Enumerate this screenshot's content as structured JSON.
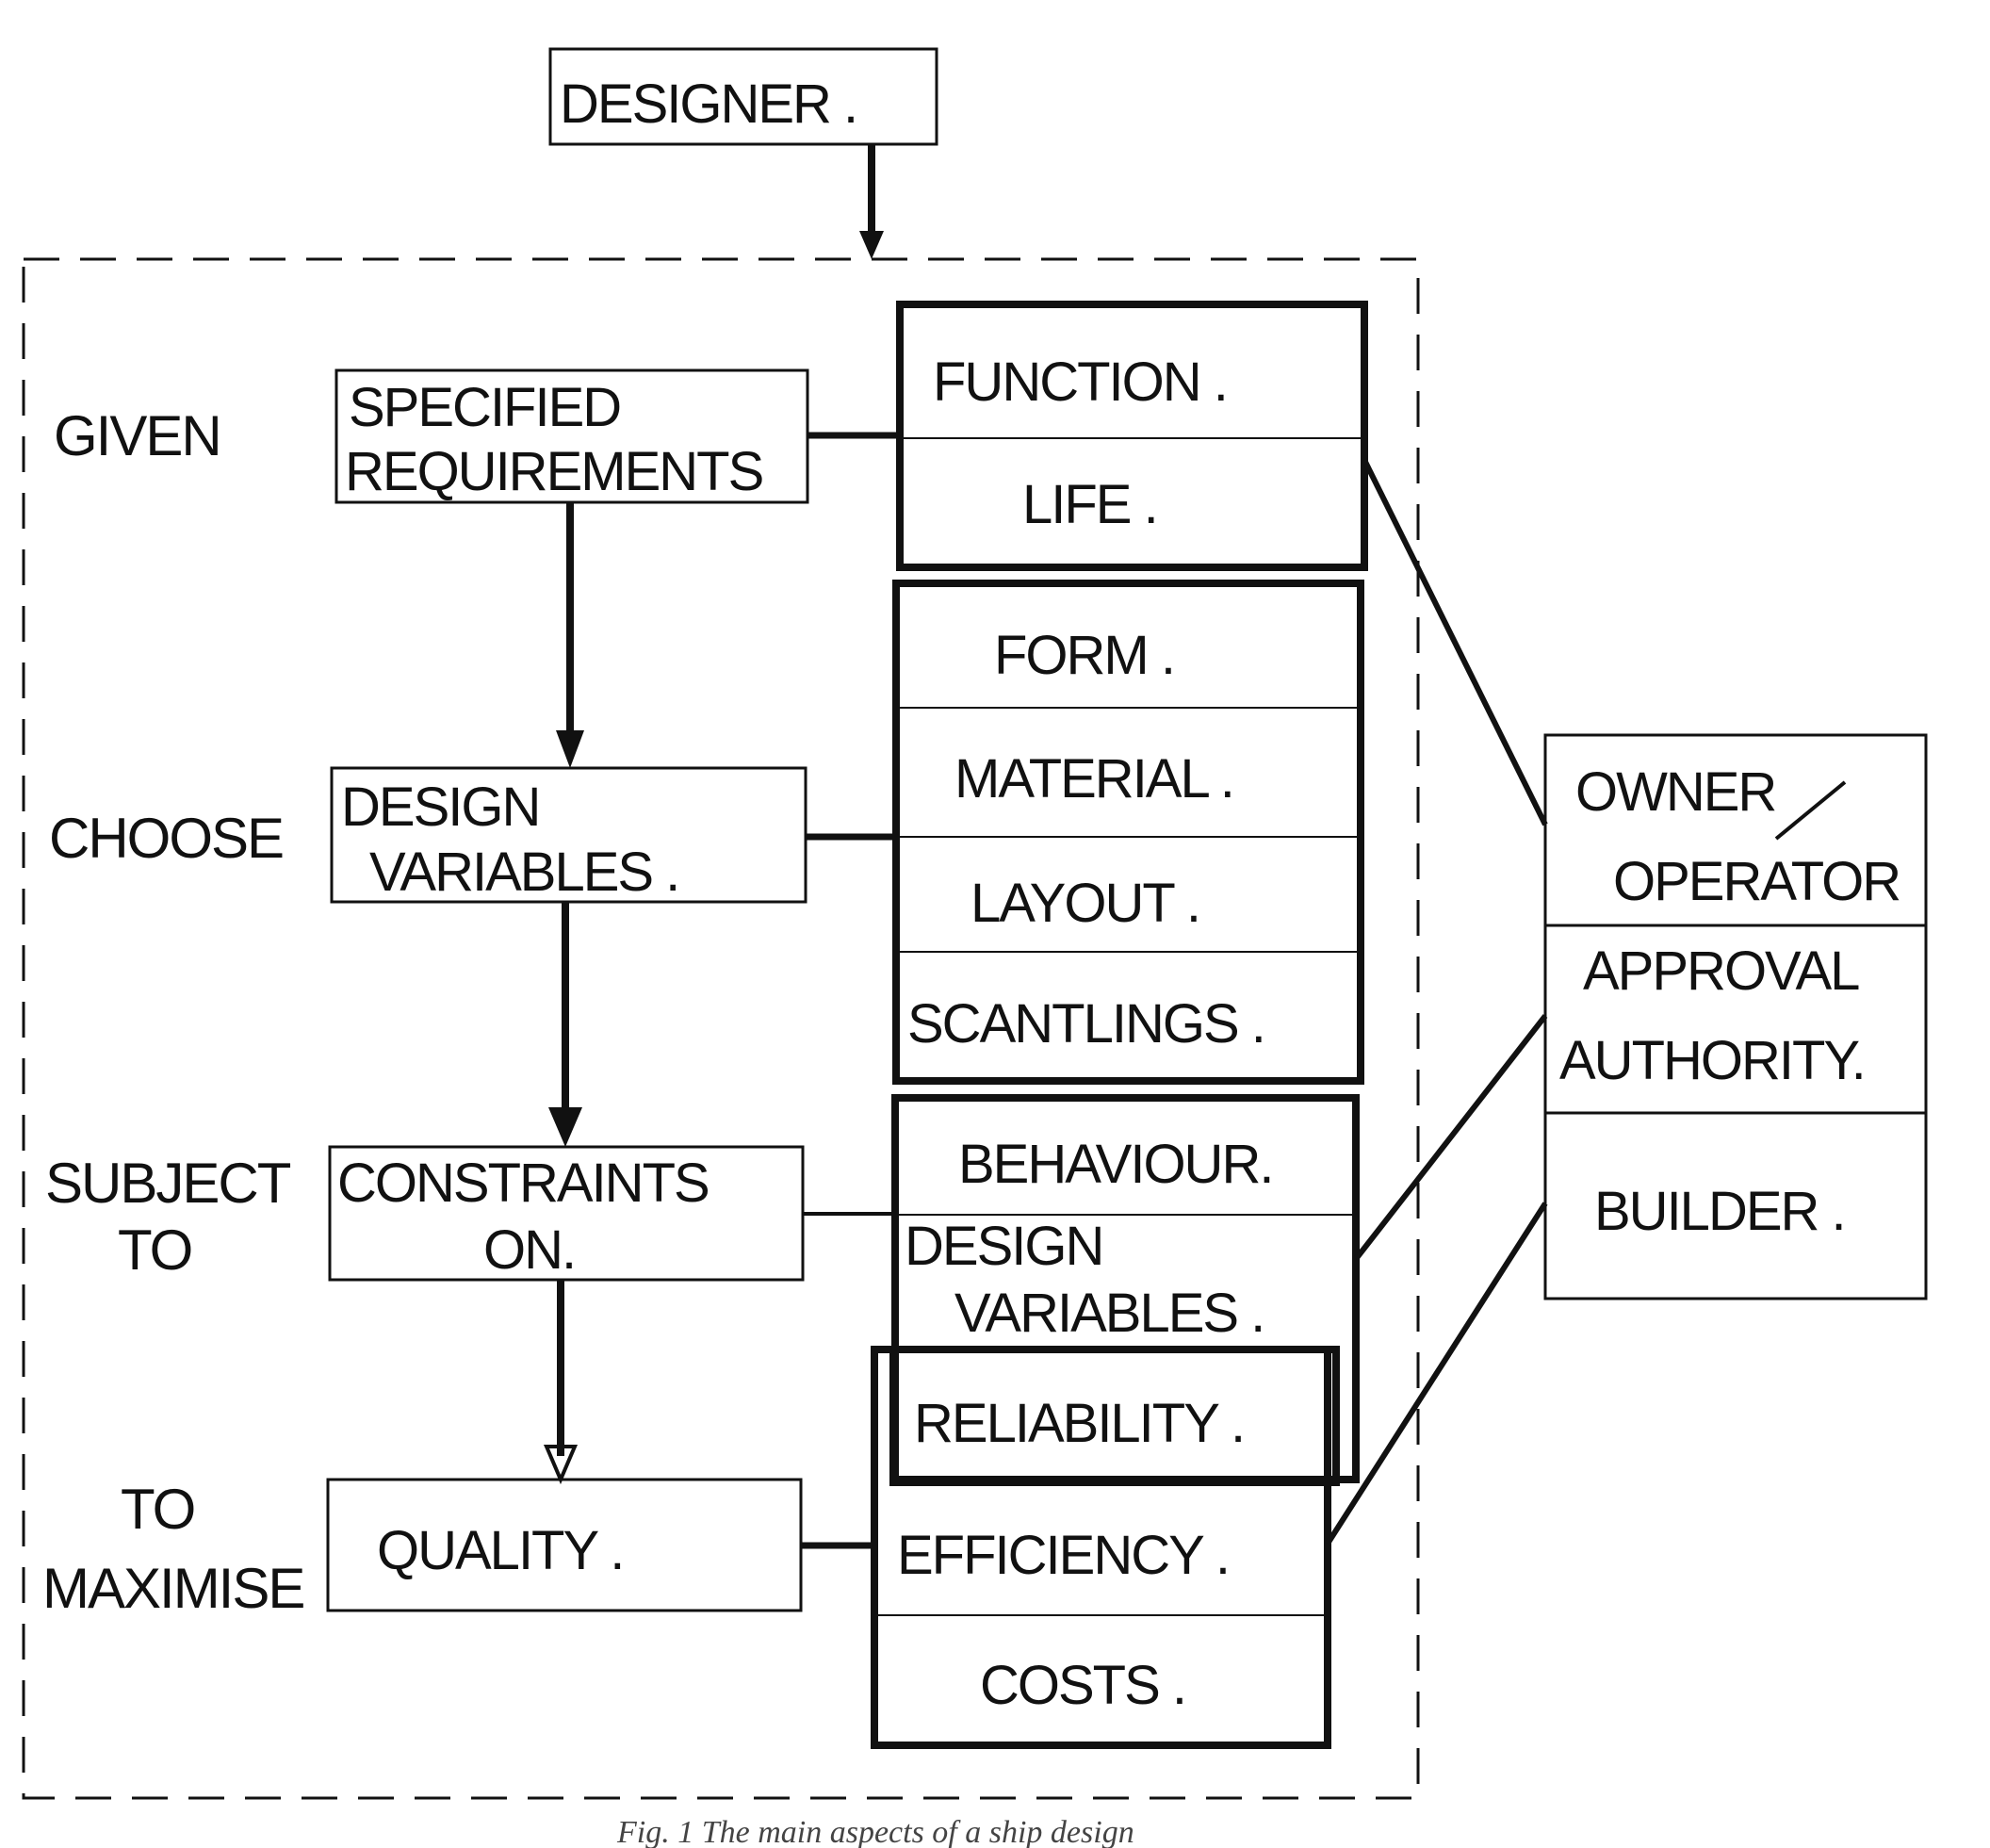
{
  "designer": "DESIGNER .",
  "stages": {
    "given": "GIVEN",
    "choose": "CHOOSE",
    "subject_to_1": "SUBJECT",
    "subject_to_2": "TO",
    "maximise_1": "TO",
    "maximise_2": "MAXIMISE"
  },
  "flow": {
    "specified_1": "SPECIFIED",
    "specified_2": "REQUIREMENTS",
    "design_var_1": "DESIGN",
    "design_var_2": "VARIABLES .",
    "constraints_1": "CONSTRAINTS",
    "constraints_2": "ON.",
    "quality": "QUALITY ."
  },
  "requirements": [
    "FUNCTION .",
    "LIFE ."
  ],
  "variables": [
    "FORM .",
    "MATERIAL .",
    "LAYOUT .",
    "SCANTLINGS ."
  ],
  "constraints": {
    "behaviour": "BEHAVIOUR.",
    "design_1": "DESIGN",
    "design_2": "VARIABLES .",
    "reliability": "RELIABILITY ."
  },
  "quality_items": [
    "EFFICIENCY .",
    "COSTS ."
  ],
  "parties": {
    "owner_1": "OWNER",
    "owner_2": "OPERATOR",
    "approval_1": "APPROVAL",
    "approval_2": "AUTHORITY.",
    "builder": "BUILDER ."
  },
  "caption": "Fig. 1 The main aspects of a ship design"
}
